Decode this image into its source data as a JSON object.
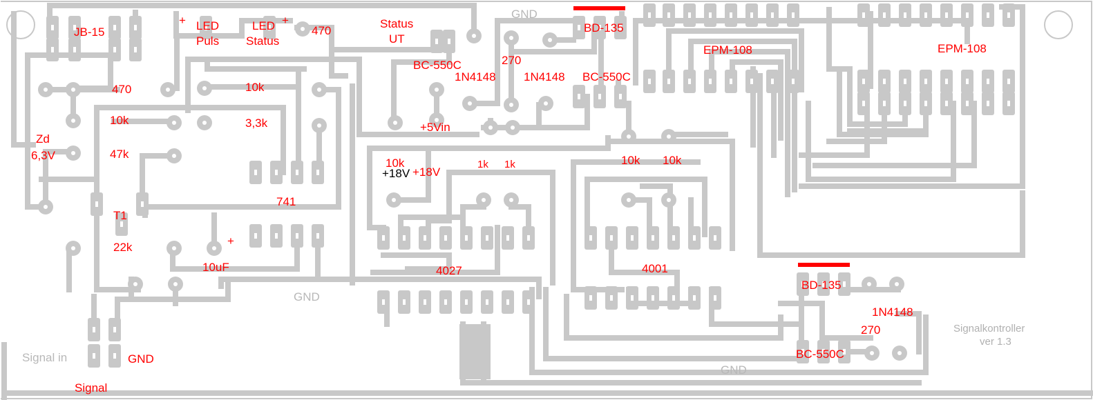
{
  "colors": {
    "trace": "#c8c8c8",
    "pad_hole": "#ffffff",
    "label": "#ff0000",
    "grey_label": "#b8b8b8",
    "marker": "#ff0000"
  },
  "board": {
    "title": "Signalkontroller",
    "version": "ver 1.3"
  },
  "labels": {
    "jb15": "JB-15",
    "led_puls_1": "LED",
    "led_puls_2": "Puls",
    "led_status_1": "LED",
    "led_status_2": "Status",
    "plus": "+",
    "r470_a": "470",
    "status_1": "Status",
    "status_2": "UT",
    "gnd_top": "GND",
    "bd135_a": "BD-135",
    "epm108_a": "EPM-108",
    "epm108_b": "EPM-108",
    "bc550c_a": "BC-550C",
    "r270_a": "270",
    "d1n4148_a": "1N4148",
    "d1n4148_b": "1N4148",
    "bc550c_b": "BC-550C",
    "r470_b": "470",
    "r10k_a": "10k",
    "r10k_b": "10k",
    "r3k3": "3,3k",
    "pwr5v": "+5Vin",
    "zd_1": "Zd",
    "zd_2": "6,3V",
    "r47k": "47k",
    "r10k_c": "10k",
    "pwr18_black": "+18V",
    "pwr18_red": "+18V",
    "r1k_a": "1k",
    "r1k_b": "1k",
    "r10k_d": "10k",
    "r10k_e": "10k",
    "ic741": "741",
    "t1": "T1",
    "r22k": "22k",
    "c10uf": "10uF",
    "ic4027": "4027",
    "ic4001": "4001",
    "gnd_mid": "GND",
    "bd135_b": "BD-135",
    "d1n4148_c": "1N4148",
    "r270_b": "270",
    "bc550c_c": "BC-550C",
    "gnd_bottom": "GND",
    "signal_in": "Signal in",
    "gnd_conn": "GND",
    "signal": "Signal"
  }
}
